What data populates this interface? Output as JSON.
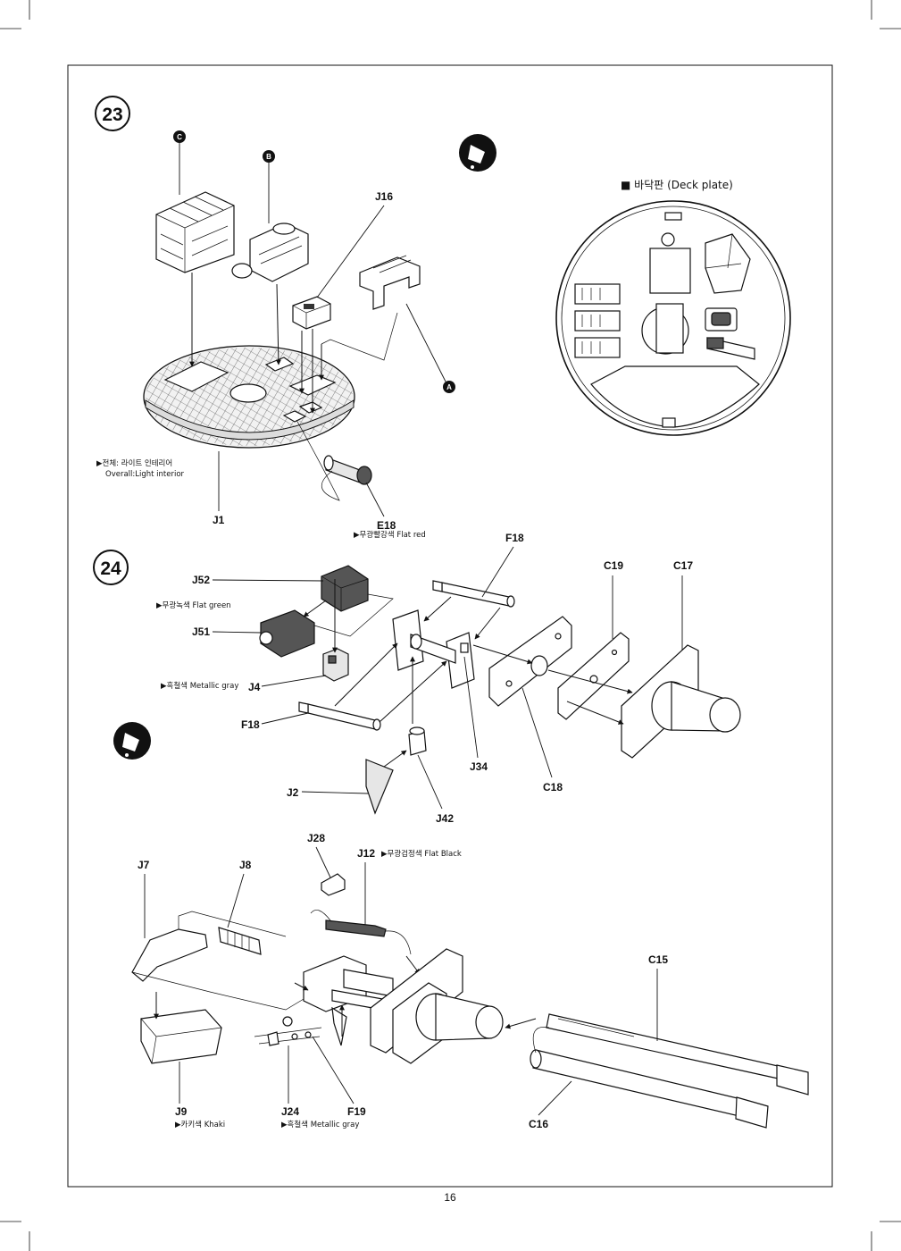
{
  "page_number": "16",
  "steps": [
    {
      "number": "23"
    },
    {
      "number": "24"
    }
  ],
  "markers": {
    "a": "A",
    "b": "B",
    "c": "C"
  },
  "step23": {
    "inset_title": "■ 바닥판 (Deck plate)",
    "overall_note_ko": "▶전체: 라이트 인테리어",
    "overall_note_en": "Overall:Light interior",
    "labels": {
      "j16": "J16",
      "j1": "J1",
      "e18": "E18"
    },
    "e18_note": "▶무광빨강색 Flat red"
  },
  "step24": {
    "labels": {
      "f18_top": "F18",
      "c19": "C19",
      "c17": "C17",
      "j52": "J52",
      "j51": "J51",
      "j4": "J4",
      "f18_left": "F18",
      "j34": "J34",
      "c18": "C18",
      "j2": "J2",
      "j42": "J42"
    },
    "j52_note": "▶무광녹색 Flat green",
    "j4_note": "▶흑철색 Metallic gray"
  },
  "step25": {
    "labels": {
      "j28": "J28",
      "j12": "J12",
      "j7": "J7",
      "j8": "J8",
      "c15": "C15",
      "j9": "J9",
      "j24": "J24",
      "f19": "F19",
      "c16": "C16"
    },
    "j12_note": "▶무광검정색 Flat Black",
    "j9_note": "▶카키색 Khaki",
    "j24_note": "▶흑철색 Metallic gray"
  }
}
